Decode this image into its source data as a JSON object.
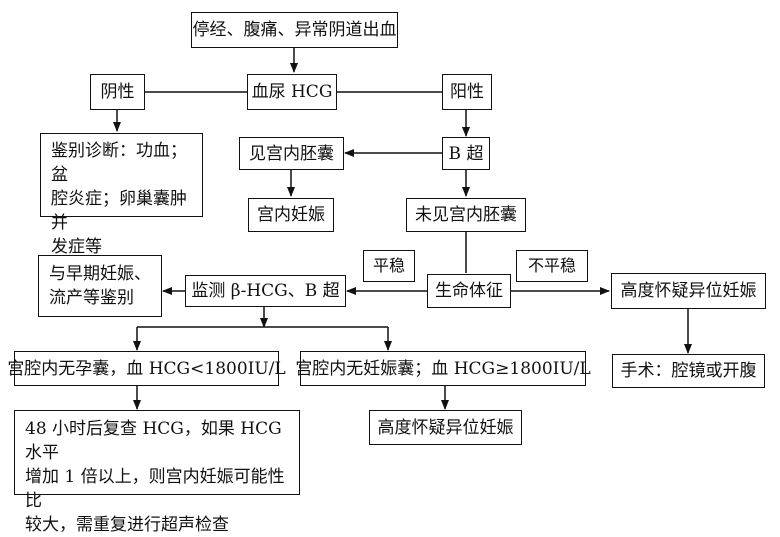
{
  "nodes": {
    "start": "停经、腹痛、异常阴道出血",
    "hcg": "血尿 HCG",
    "negative": "阴性",
    "positive": "阳性",
    "differential_lines": [
      "鉴别诊断：功血；盆",
      "腔炎症；卵巢囊肿并",
      "发症等"
    ],
    "bultrasound": "B 超",
    "see_sac": "见宫内胚囊",
    "iup": "宫内妊娠",
    "no_sac": "未见宫内胚囊",
    "vital_signs": "生命体征",
    "stable": "平稳",
    "unstable": "不平稳",
    "suspect_ectopic_right": "高度怀疑异位妊娠",
    "surgery": "手术：腔镜或开腹",
    "monitor": "监测 β-HCG、B 超",
    "distinguish_lines": [
      "与早期妊娠、",
      "流产等鉴别"
    ],
    "low_hcg": "宫腔内无孕囊，血 HCG<1800IU/L",
    "high_hcg": "宫腔内无妊娠囊；血 HCG≥1800IU/L",
    "suspect_ectopic_bottom": "高度怀疑异位妊娠",
    "recheck_lines": [
      "48 小时后复查 HCG，如果 HCG 水平",
      "增加 1 倍以上，则宫内妊娠可能性比",
      "较大，需重复进行超声检查"
    ]
  }
}
